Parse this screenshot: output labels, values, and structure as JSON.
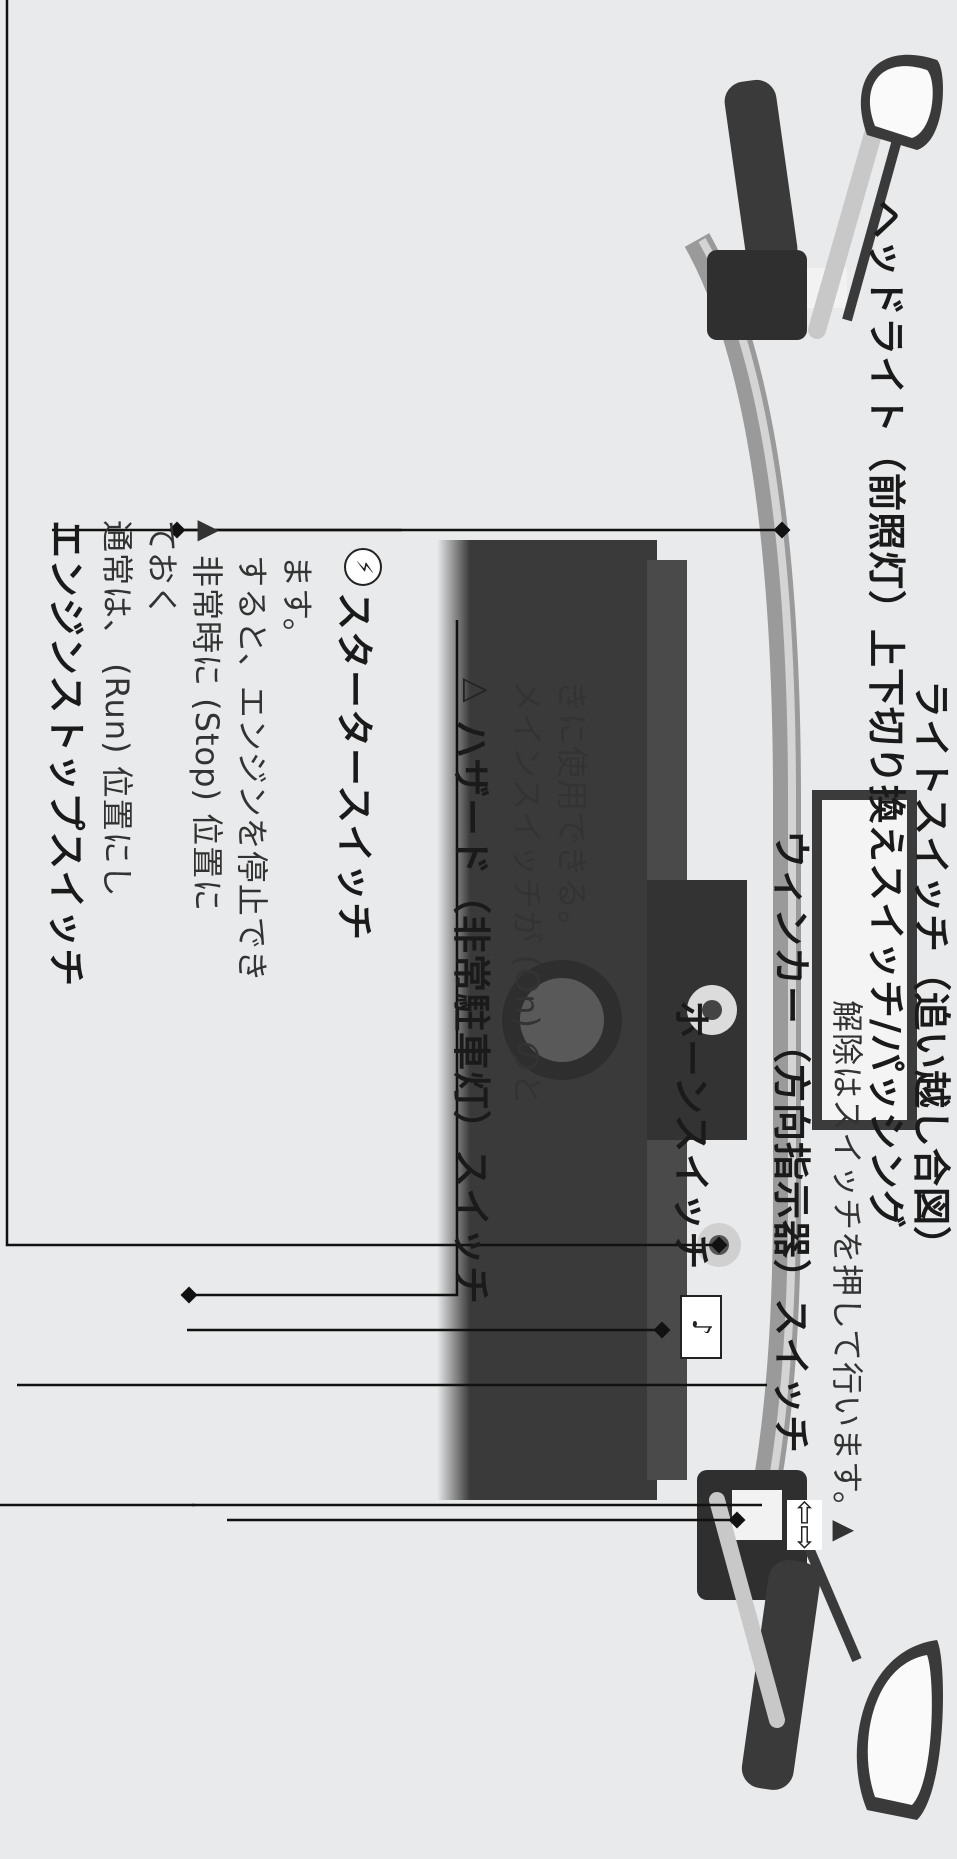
{
  "callouts": {
    "engine_stop": {
      "title": "エンジンストップスイッチ",
      "lines": [
        "通常は、 (Run) 位置にし",
        "ておく"
      ],
      "note": [
        "非常時に (Stop) 位置に",
        "すると、エンジンを停止でき",
        "ます。"
      ]
    },
    "starter": {
      "title": "スタータースイッチ"
    },
    "hazard": {
      "title": "ハザード（非常駐車灯）スイッチ",
      "lines": [
        "メインスイッチが (On) のと",
        "きに使用できる。"
      ]
    },
    "horn": {
      "title": "ホーンスイッチ"
    },
    "winker": {
      "title": "ウィンカー（方向指示器）スイッチ",
      "note": "解除はスイッチを押して行います。"
    },
    "headlight": {
      "title": "ヘッドライト（前照灯）上下切り換えスイッチ/パッシング",
      "line2": "ライトスイッチ（追い越し合図）"
    }
  },
  "colors": {
    "background": "#e9eaeb",
    "text": "#222222",
    "leader": "#111111"
  }
}
